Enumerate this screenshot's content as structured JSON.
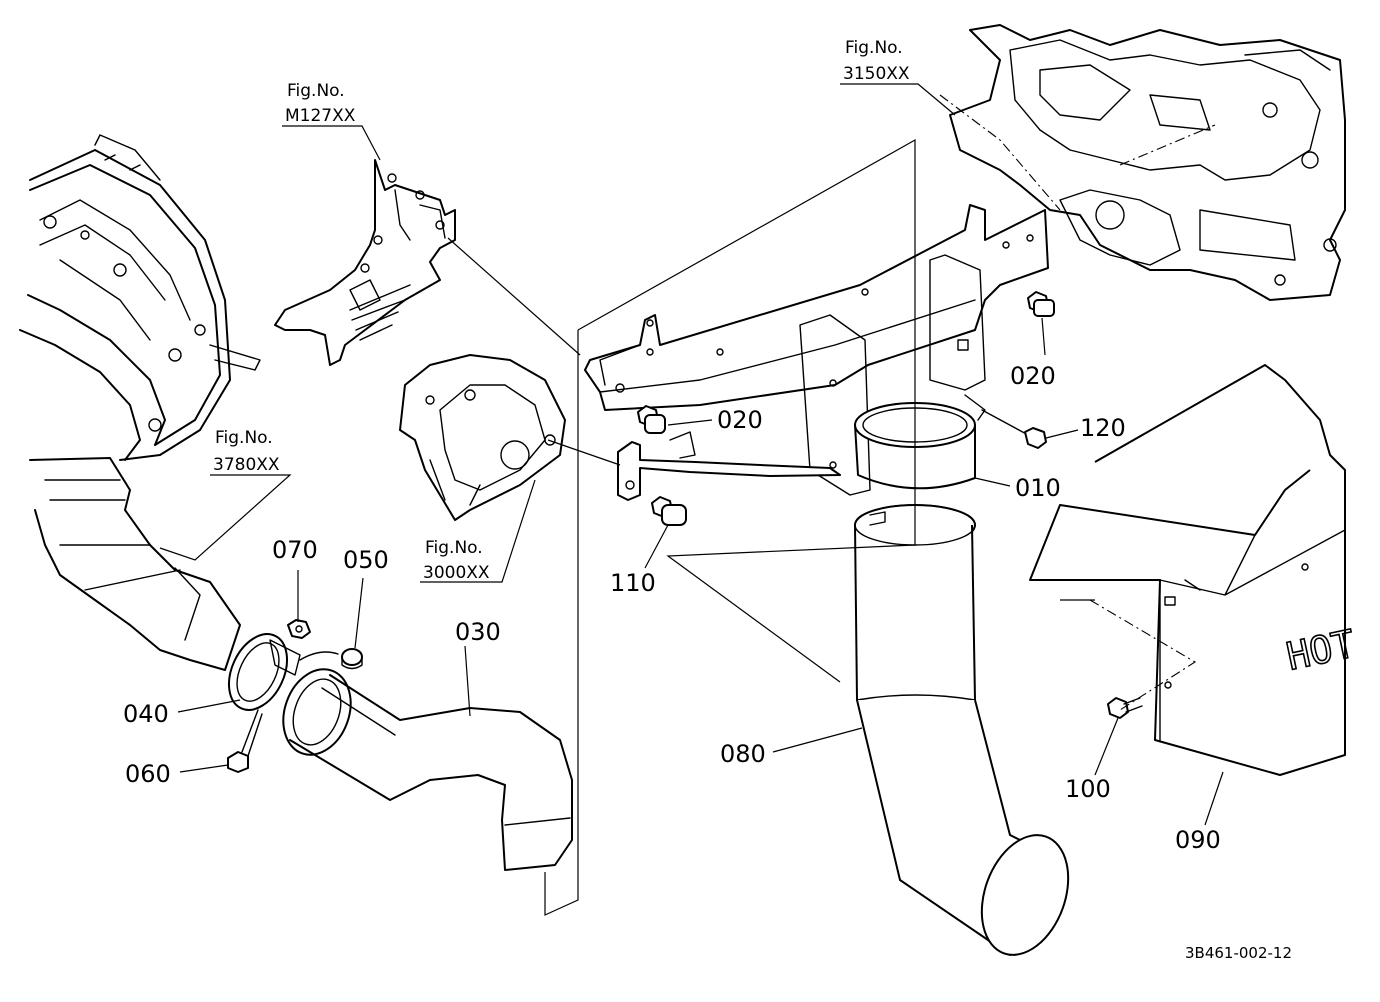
{
  "fig_refs": {
    "m127": {
      "label": "Fig.No.",
      "code": "M127XX"
    },
    "f3150": {
      "label": "Fig.No.",
      "code": "3150XX"
    },
    "f3780": {
      "label": "Fig.No.",
      "code": "3780XX"
    },
    "f3000": {
      "label": "Fig.No.",
      "code": "3000XX"
    }
  },
  "parts": {
    "p010": "010",
    "p020a": "020",
    "p020b": "020",
    "p030": "030",
    "p040": "040",
    "p050": "050",
    "p060": "060",
    "p070": "070",
    "p080": "080",
    "p090": "090",
    "p100": "100",
    "p110": "110",
    "p120": "120"
  },
  "cover_text": "HOT",
  "drawing_code": "3B461-002-12"
}
